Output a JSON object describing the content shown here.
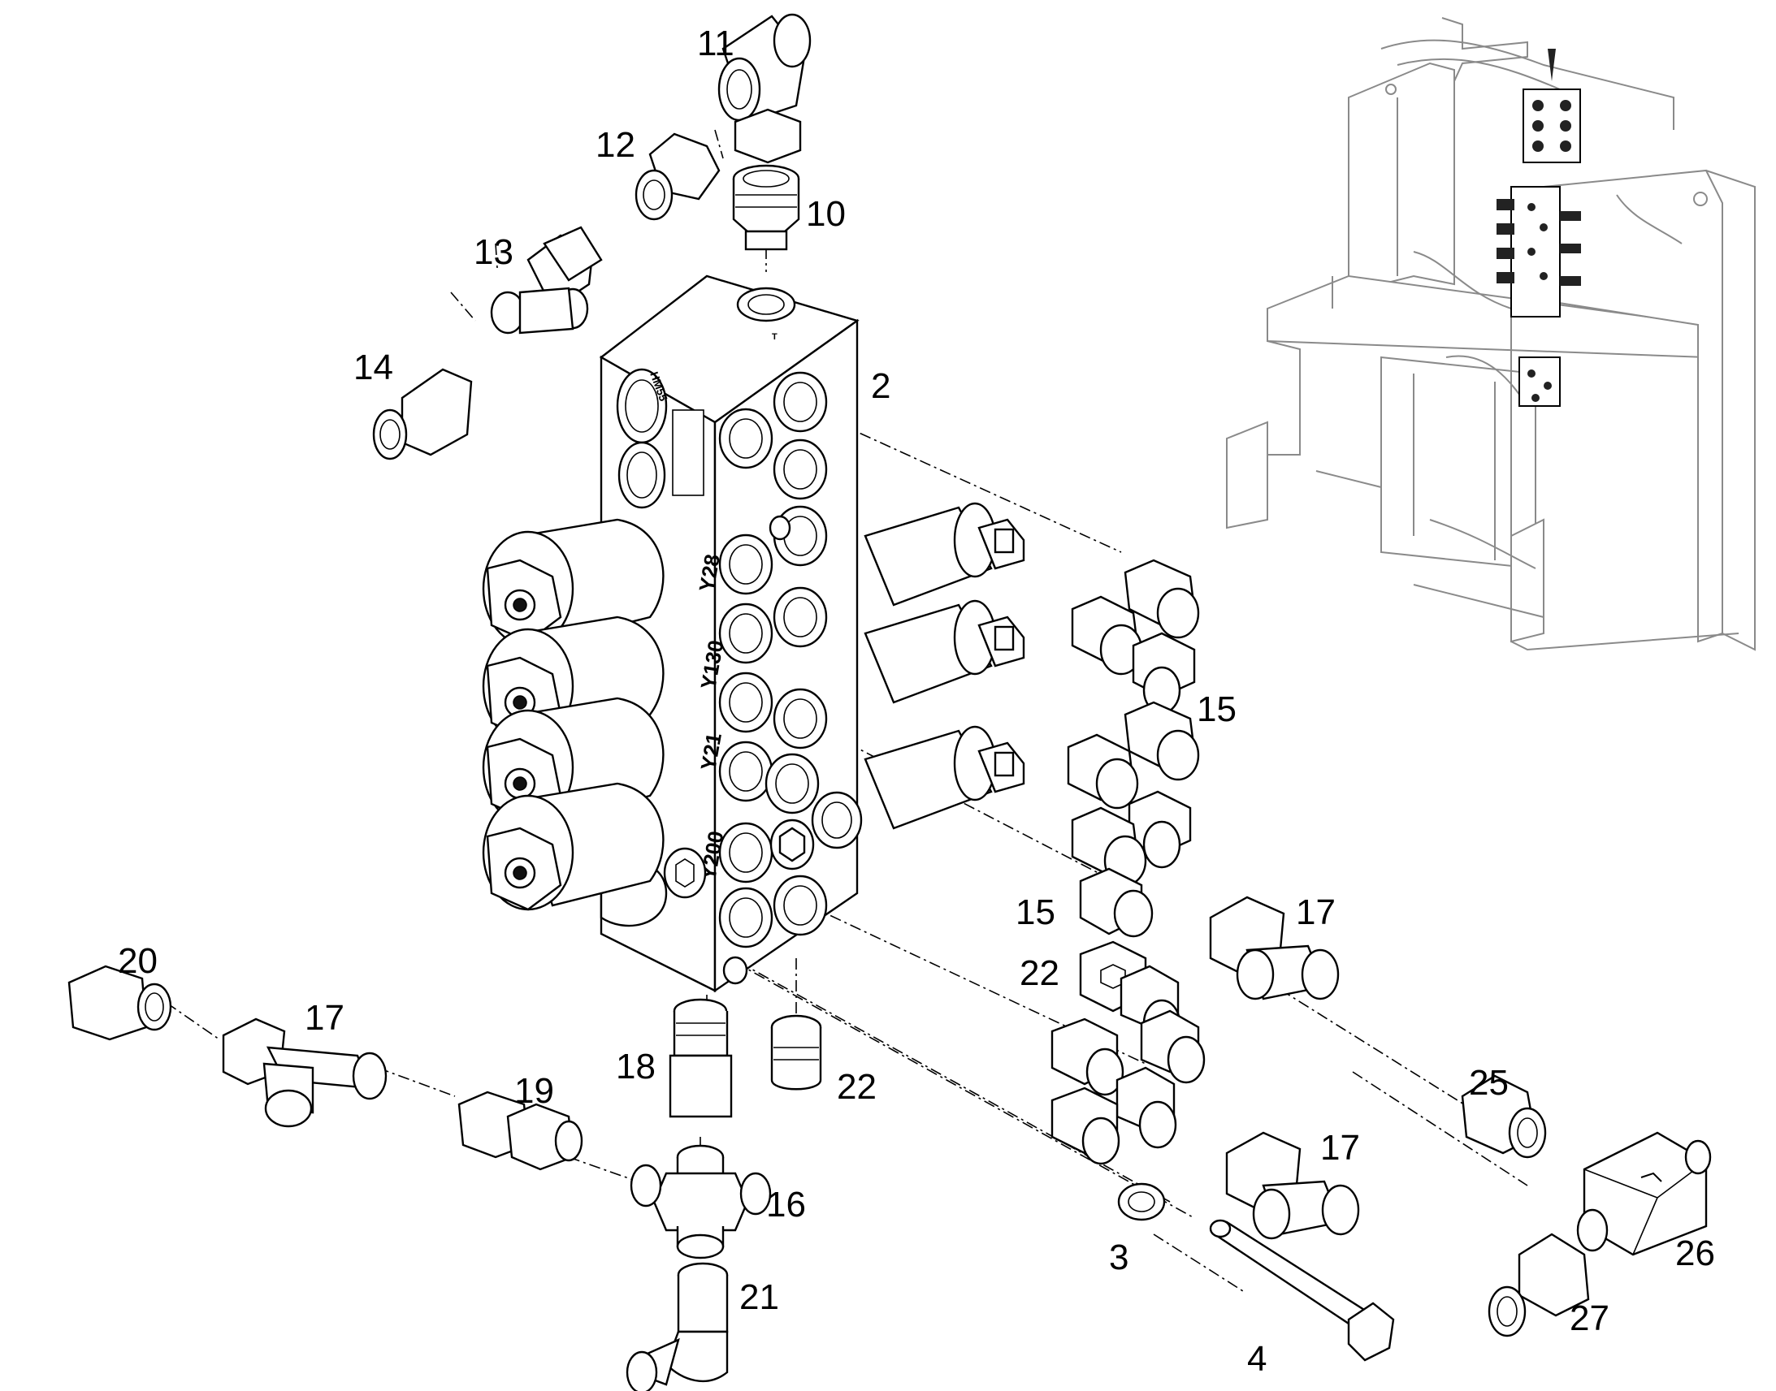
{
  "callouts": {
    "c2": "2",
    "c3": "3",
    "c4": "4",
    "c10": "10",
    "c11": "11",
    "c12": "12",
    "c13": "13",
    "c14": "14",
    "c15a": "15",
    "c15b": "15",
    "c16": "16",
    "c17a": "17",
    "c17b": "17",
    "c17c": "17",
    "c18": "18",
    "c19": "19",
    "c20": "20",
    "c21": "21",
    "c22a": "22",
    "c22b": "22",
    "c25": "25",
    "c26": "26",
    "c27": "27"
  },
  "block_markings": {
    "top_port": "T",
    "side_label": "HM55",
    "solenoid_1": "Y28",
    "solenoid_2": "Y130",
    "solenoid_3": "Y21",
    "solenoid_4": "Y200"
  }
}
